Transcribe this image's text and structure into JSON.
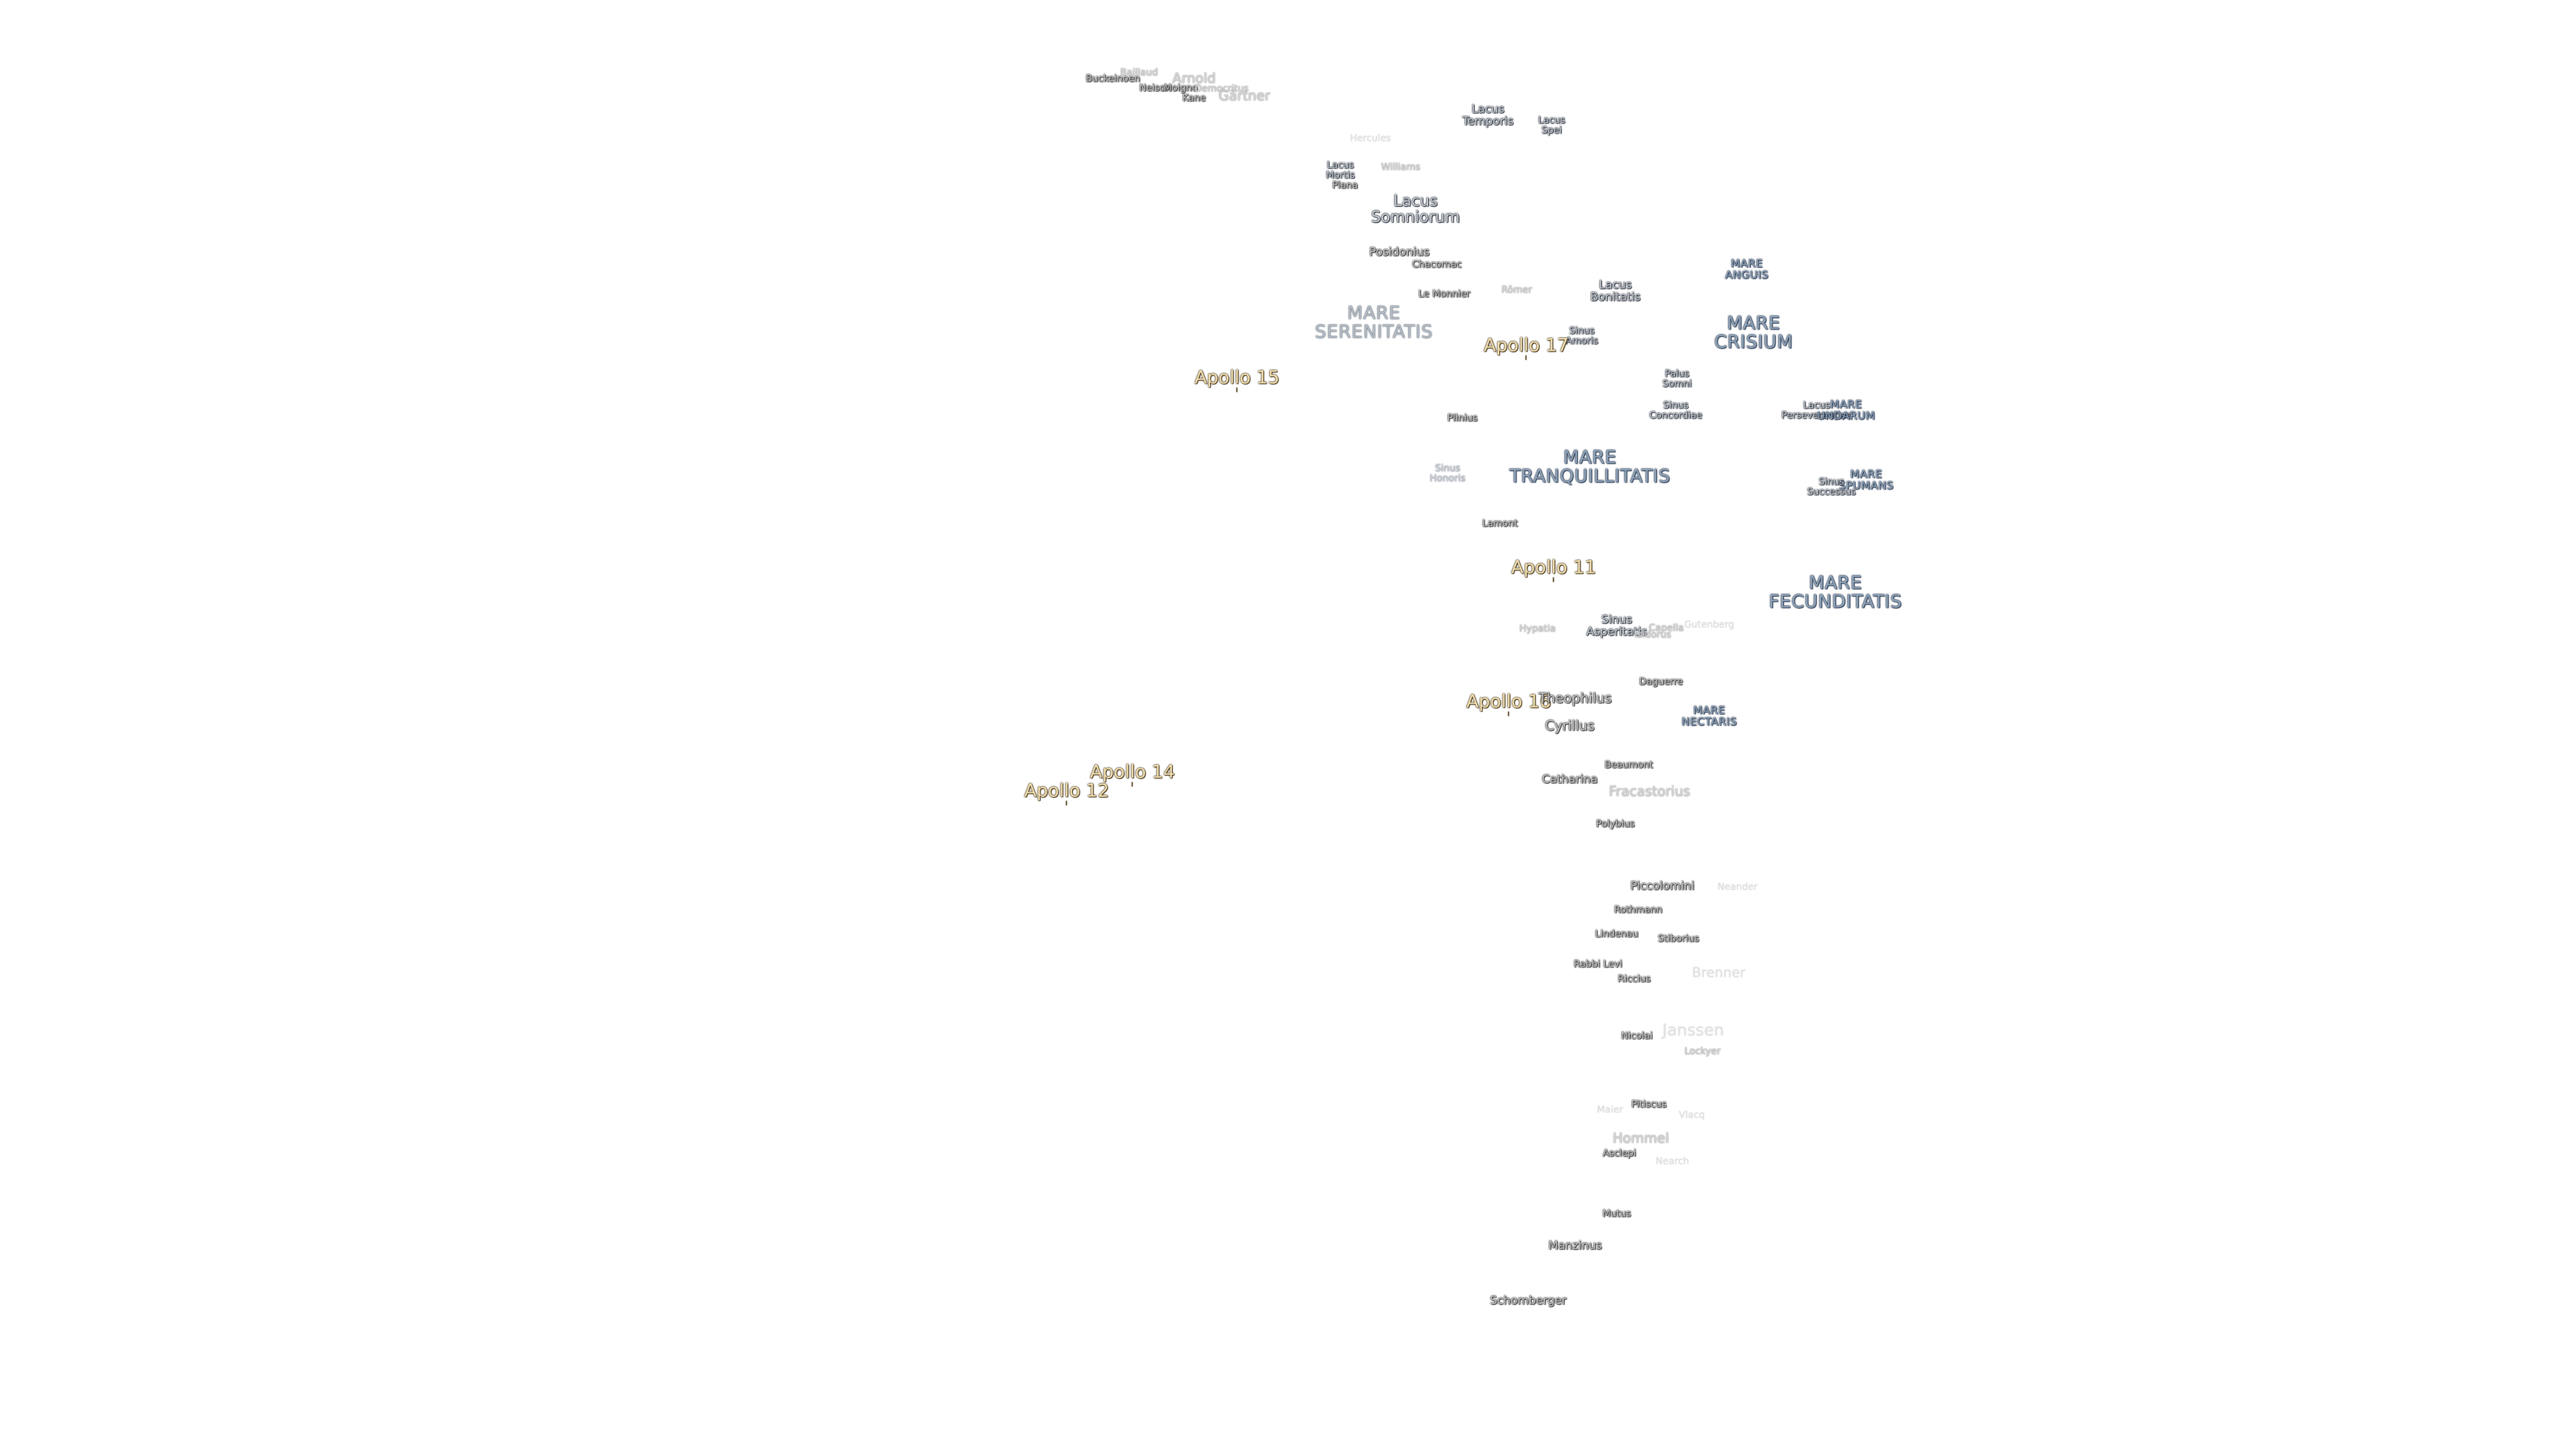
{
  "map": {
    "labels": [
      {
        "id": "buckeknown",
        "text": "Buckeinoen",
        "kind": "crater sm"
      },
      {
        "id": "baillaud",
        "text": "Baillaud",
        "kind": "crater sm faint"
      },
      {
        "id": "arnold",
        "text": "Arnold",
        "kind": "crater md faint"
      },
      {
        "id": "neison",
        "text": "Neison",
        "kind": "crater sm"
      },
      {
        "id": "moigno",
        "text": "Moigno",
        "kind": "crater sm"
      },
      {
        "id": "democritus",
        "text": "Democritus",
        "kind": "crater sm faint"
      },
      {
        "id": "kane",
        "text": "Kane",
        "kind": "crater sm"
      },
      {
        "id": "gartner",
        "text": "Gärtner",
        "kind": "crater md faint"
      },
      {
        "id": "lacus-temporis",
        "text": "Lacus\nTemporis",
        "kind": "lake"
      },
      {
        "id": "lacus-spei",
        "text": "Lacus\nSpei",
        "kind": "lake sm"
      },
      {
        "id": "hercules",
        "text": "Hercules",
        "kind": "crater sm vfaint"
      },
      {
        "id": "lacus-mortis",
        "text": "Lacus\nMortis",
        "kind": "lake sm"
      },
      {
        "id": "plana",
        "text": "Plana",
        "kind": "crater sm"
      },
      {
        "id": "williams",
        "text": "Williams",
        "kind": "crater sm faint"
      },
      {
        "id": "lacus-somniorum",
        "text": "Lacus\nSomniorum",
        "kind": "lake lg"
      },
      {
        "id": "posidonius",
        "text": "Posidonius",
        "kind": "crater"
      },
      {
        "id": "chacornac",
        "text": "Chacornac",
        "kind": "crater sm"
      },
      {
        "id": "mare-anguis",
        "text": "MARE\nANGUIS",
        "kind": "mare sm"
      },
      {
        "id": "lacus-bonitatis",
        "text": "Lacus\nBonitatis",
        "kind": "lake"
      },
      {
        "id": "le-monnier",
        "text": "Le Monnier",
        "kind": "crater sm"
      },
      {
        "id": "romer",
        "text": "Römer",
        "kind": "crater sm faint"
      },
      {
        "id": "mare-serenitatis",
        "text": "MARE\nSERENITATIS",
        "kind": "mare faint"
      },
      {
        "id": "mare-crisium",
        "text": "MARE\nCRISIUM",
        "kind": "mare"
      },
      {
        "id": "sinus-amoris",
        "text": "Sinus\nAmoris",
        "kind": "lake sm"
      },
      {
        "id": "apollo-17",
        "text": "Apollo 17",
        "kind": "apollo"
      },
      {
        "id": "apollo-15",
        "text": "Apollo 15",
        "kind": "apollo"
      },
      {
        "id": "palus-somni",
        "text": "Palus\nSomni",
        "kind": "lake sm"
      },
      {
        "id": "sinus-concordiae",
        "text": "Sinus\nConcordiae",
        "kind": "lake sm"
      },
      {
        "id": "lacus-perseverantiae",
        "text": "Lacus\nPerseverantiae",
        "kind": "lake sm"
      },
      {
        "id": "mare-undarum",
        "text": "MARE\nUNDARUM",
        "kind": "mare sm"
      },
      {
        "id": "plinius",
        "text": "Plinius",
        "kind": "crater sm"
      },
      {
        "id": "mare-tranquillitatis",
        "text": "MARE\nTRANQUILLITATIS",
        "kind": "mare"
      },
      {
        "id": "sinus-honoris",
        "text": "Sinus\nHonoris",
        "kind": "lake sm faint"
      },
      {
        "id": "mare-spumans",
        "text": "MARE\nSPUMANS",
        "kind": "mare sm"
      },
      {
        "id": "sinus-successus",
        "text": "Sinus\nSuccessus",
        "kind": "lake sm"
      },
      {
        "id": "lamont",
        "text": "Lamont",
        "kind": "crater sm"
      },
      {
        "id": "apollo-11",
        "text": "Apollo 11",
        "kind": "apollo"
      },
      {
        "id": "mare-fecunditatis",
        "text": "MARE\nFECUNDITATIS",
        "kind": "mare"
      },
      {
        "id": "sinus-asperitatis",
        "text": "Sinus\nAsperitatis",
        "kind": "lake"
      },
      {
        "id": "hypatia",
        "text": "Hypatia",
        "kind": "crater sm faint"
      },
      {
        "id": "isidorus",
        "text": "Isidorus",
        "kind": "crater sm faint"
      },
      {
        "id": "capella",
        "text": "Capella",
        "kind": "crater sm faint"
      },
      {
        "id": "gutenberg",
        "text": "Gutenberg",
        "kind": "crater sm vfaint"
      },
      {
        "id": "daguerre",
        "text": "Daguerre",
        "kind": "crater sm"
      },
      {
        "id": "apollo-16",
        "text": "Apollo 16",
        "kind": "apollo"
      },
      {
        "id": "theophilus",
        "text": "Theophilus",
        "kind": "crater md"
      },
      {
        "id": "mare-nectaris",
        "text": "MARE\nNECTARIS",
        "kind": "mare sm"
      },
      {
        "id": "cyrillus",
        "text": "Cyrillus",
        "kind": "crater md"
      },
      {
        "id": "apollo-14",
        "text": "Apollo 14",
        "kind": "apollo"
      },
      {
        "id": "apollo-12",
        "text": "Apollo 12",
        "kind": "apollo"
      },
      {
        "id": "beaumont",
        "text": "Beaumont",
        "kind": "crater sm"
      },
      {
        "id": "catharina",
        "text": "Catharina",
        "kind": "crater"
      },
      {
        "id": "fracastorius",
        "text": "Fracastorius",
        "kind": "crater md faint"
      },
      {
        "id": "polybius",
        "text": "Polybius",
        "kind": "crater sm"
      },
      {
        "id": "piccolomini",
        "text": "Piccolomini",
        "kind": "crater"
      },
      {
        "id": "neander",
        "text": "Neander",
        "kind": "crater sm vfaint"
      },
      {
        "id": "rothmann",
        "text": "Rothmann",
        "kind": "crater sm"
      },
      {
        "id": "lindenau",
        "text": "Lindenau",
        "kind": "crater sm"
      },
      {
        "id": "stiborius",
        "text": "Stiborius",
        "kind": "crater sm"
      },
      {
        "id": "rabbi-levi",
        "text": "Rabbi Levi",
        "kind": "crater sm"
      },
      {
        "id": "riccius",
        "text": "Riccius",
        "kind": "crater sm"
      },
      {
        "id": "brenner",
        "text": "Brenner",
        "kind": "crater md vfaint"
      },
      {
        "id": "nicolai",
        "text": "Nicolai",
        "kind": "crater sm"
      },
      {
        "id": "janssen",
        "text": "Janssen",
        "kind": "crater lg vfaint"
      },
      {
        "id": "lockyer",
        "text": "Lockyer",
        "kind": "crater sm faint"
      },
      {
        "id": "pitiscus",
        "text": "Pitiscus",
        "kind": "crater sm"
      },
      {
        "id": "maier",
        "text": "Maier",
        "kind": "crater sm vfaint"
      },
      {
        "id": "vlacq",
        "text": "Vlacq",
        "kind": "crater sm vfaint"
      },
      {
        "id": "hommel",
        "text": "Hommel",
        "kind": "crater md faint"
      },
      {
        "id": "asclepi",
        "text": "Asclepi",
        "kind": "crater sm"
      },
      {
        "id": "nearch",
        "text": "Nearch",
        "kind": "crater sm vfaint"
      },
      {
        "id": "mutus",
        "text": "Mutus",
        "kind": "crater sm"
      },
      {
        "id": "manzinus",
        "text": "Manzinus",
        "kind": "crater"
      },
      {
        "id": "schomberger",
        "text": "Schomberger",
        "kind": "crater"
      }
    ]
  }
}
